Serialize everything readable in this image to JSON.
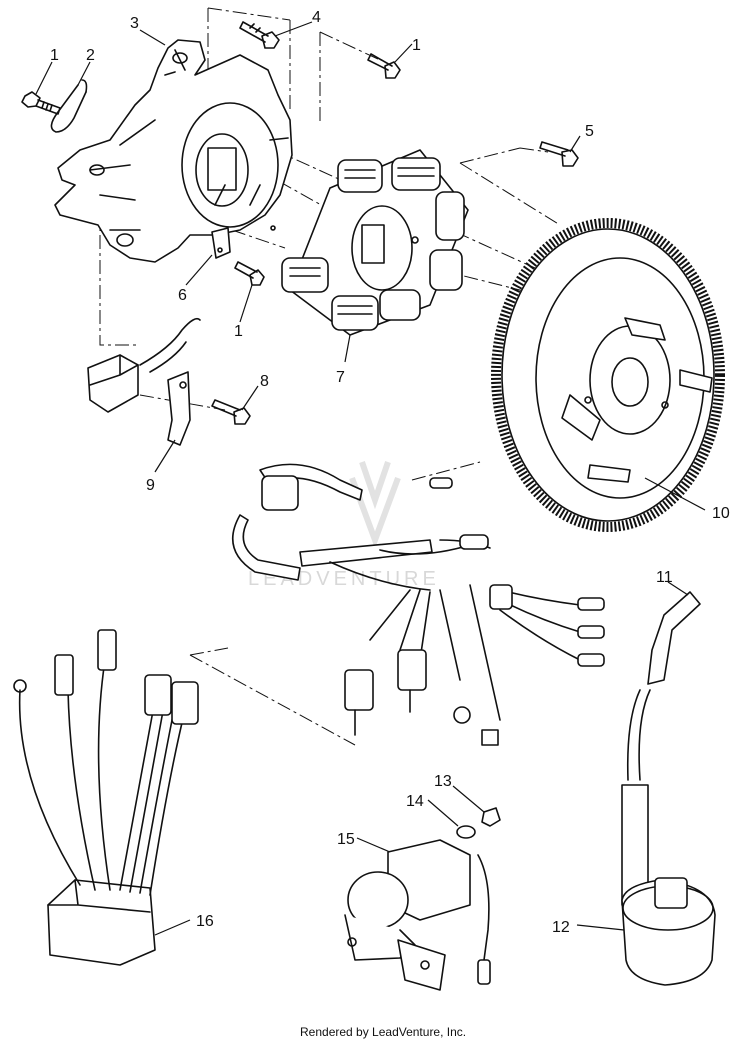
{
  "callouts": {
    "c1a": "1",
    "c2": "2",
    "c3": "3",
    "c4": "4",
    "c1b": "1",
    "c5": "5",
    "c6": "6",
    "c1c": "1",
    "c7": "7",
    "c8": "8",
    "c9": "9",
    "c10": "10",
    "c11": "11",
    "c12": "12",
    "c13": "13",
    "c14": "14",
    "c15": "15",
    "c16": "16"
  },
  "watermark": {
    "text": "LEADVENTURE"
  },
  "footer": {
    "text": "Rendered by LeadVenture, Inc."
  }
}
